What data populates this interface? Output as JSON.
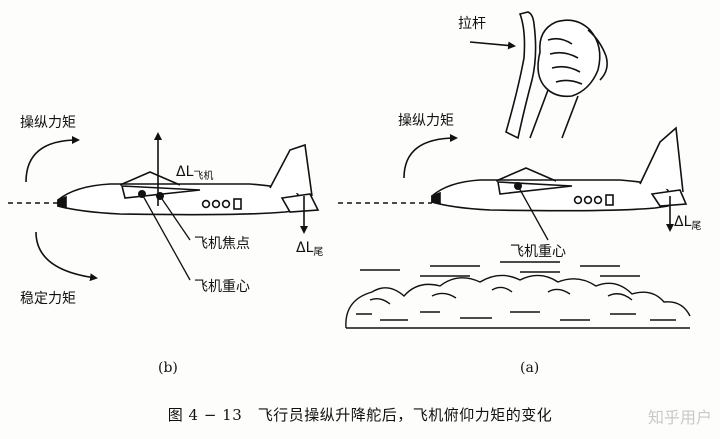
{
  "panel_b": {
    "operate_moment": "操纵力矩",
    "stable_moment": "稳定力矩",
    "lift_plane_main": "ΔL",
    "lift_plane_sub": "飞机",
    "lift_tail_main": "ΔL",
    "lift_tail_sub": "尾",
    "focus_label": "飞机焦点",
    "cg_label": "飞机重心",
    "panel_label": "(b)"
  },
  "panel_a": {
    "pull_stick": "拉杆",
    "operate_moment": "操纵力矩",
    "lift_tail_main": "ΔL",
    "lift_tail_sub": "尾",
    "cg_label": "飞机重心",
    "panel_label": "(a)"
  },
  "caption": "图 4 − 13　飞行员操纵升降舵后，飞机俯仰力矩的变化",
  "watermark": "知乎用户"
}
